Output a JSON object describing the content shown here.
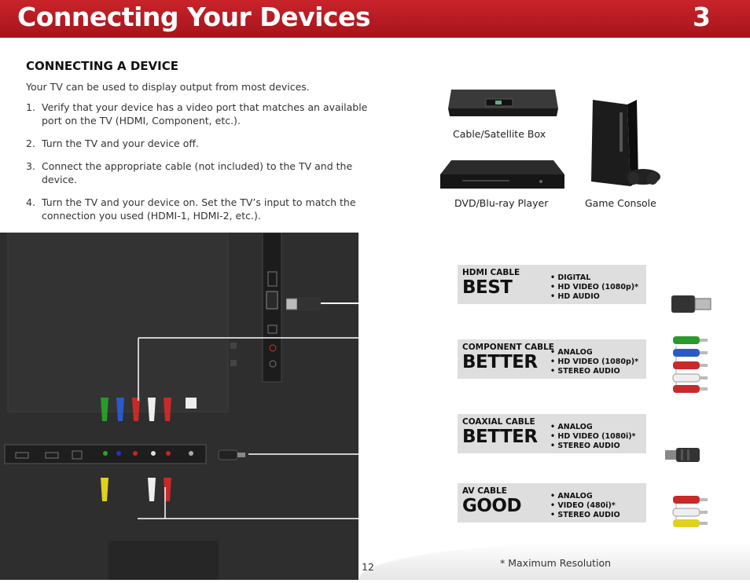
{
  "header": {
    "title": "Connecting Your Devices",
    "chapter": "3"
  },
  "section": {
    "title": "CONNECTING A DEVICE",
    "intro": "Your TV can be used to display output from most devices.",
    "steps": [
      {
        "num": "1.",
        "text": "Verify that your device has a video port that matches an available port on the TV (HDMI, Component, etc.)."
      },
      {
        "num": "2.",
        "text": "Turn the TV and your device off."
      },
      {
        "num": "3.",
        "text": "Connect the appropriate cable (not included) to the TV and the device."
      },
      {
        "num": "4.",
        "text": "Turn the TV and your device on. Set the TV’s input to match the connection you used (HDMI-1, HDMI-2, etc.)."
      }
    ]
  },
  "devices": {
    "cable_box": "Cable/Satellite Box",
    "dvd": "DVD/Blu-ray Player",
    "console": "Game Console"
  },
  "cables": [
    {
      "name": "HDMI CABLE",
      "rating": "BEST",
      "features": [
        "DIGITAL",
        "HD VIDEO (1080p)*",
        "HD AUDIO"
      ]
    },
    {
      "name": "COMPONENT CABLE",
      "rating": "BETTER",
      "features": [
        "ANALOG",
        "HD VIDEO (1080p)*",
        "STEREO AUDIO"
      ]
    },
    {
      "name": "COAXIAL CABLE",
      "rating": "BETTER",
      "features": [
        "ANALOG",
        "HD VIDEO (1080i)*",
        "STEREO AUDIO"
      ]
    },
    {
      "name": "AV CABLE",
      "rating": "GOOD",
      "features": [
        "ANALOG",
        "VIDEO (480i)*",
        "STEREO AUDIO"
      ]
    }
  ],
  "footer": {
    "page": "12",
    "footnote": "* Maximum Resolution"
  },
  "colors": {
    "header_red": "#b81c23",
    "tv_dark": "#2d2d2d",
    "panel_gray": "#dedede"
  }
}
